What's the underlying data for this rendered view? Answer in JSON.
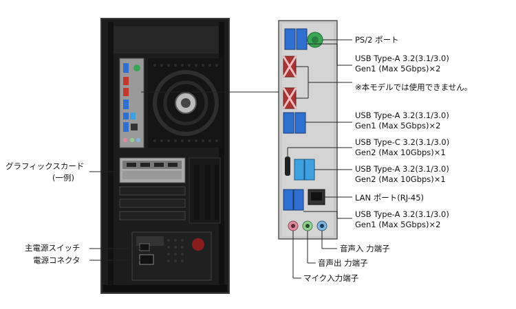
{
  "labels": {
    "graphics_card_1": "グラフィックスカード",
    "graphics_card_2": "(一例)",
    "main_power_switch": "主電源スイッチ",
    "power_connector": "電源コネクタ",
    "ps2": "PS/2 ポート",
    "usb_a_top_1": "USB Type-A 3.2(3.1/3.0)",
    "usb_a_top_2": "Gen1 (Max 5Gbps)×2",
    "not_used": "※本モデルでは使用できません。",
    "usb_a_mid_1": "USB Type-A 3.2(3.1/3.0)",
    "usb_a_mid_2": "Gen1 (Max 5Gbps)×2",
    "usb_c_1": "USB Type-C 3.2(3.1/3.0)",
    "usb_c_2": "Gen2 (Max 10Gbps)×1",
    "usb_a_gen2_1": "USB Type-A 3.2(3.1/3.0)",
    "usb_a_gen2_2": "Gen2 (Max 10Gbps)×1",
    "lan": "LAN ポート(RJ-45)",
    "usb_a_bottom_1": "USB Type-A 3.2(3.1/3.0)",
    "usb_a_bottom_2": "Gen1 (Max 5Gbps)×2",
    "line_in": "音声入 力端子",
    "line_out": "音声出 力端子",
    "mic_in": "マイク入力端子"
  },
  "colors": {
    "case": "#1c1c1c",
    "case_edge": "#3a3a3a",
    "io_panel": "#c9c9c9",
    "usb_blue": "#2f6fd0",
    "usb_c_blue": "#3fa0e0",
    "red_x": "#c0392b",
    "ps2_green": "#3aa655",
    "mic_pink": "#e08aa0",
    "out_green": "#8fd08f",
    "in_blue": "#7fb6e0",
    "line": "#222222"
  }
}
